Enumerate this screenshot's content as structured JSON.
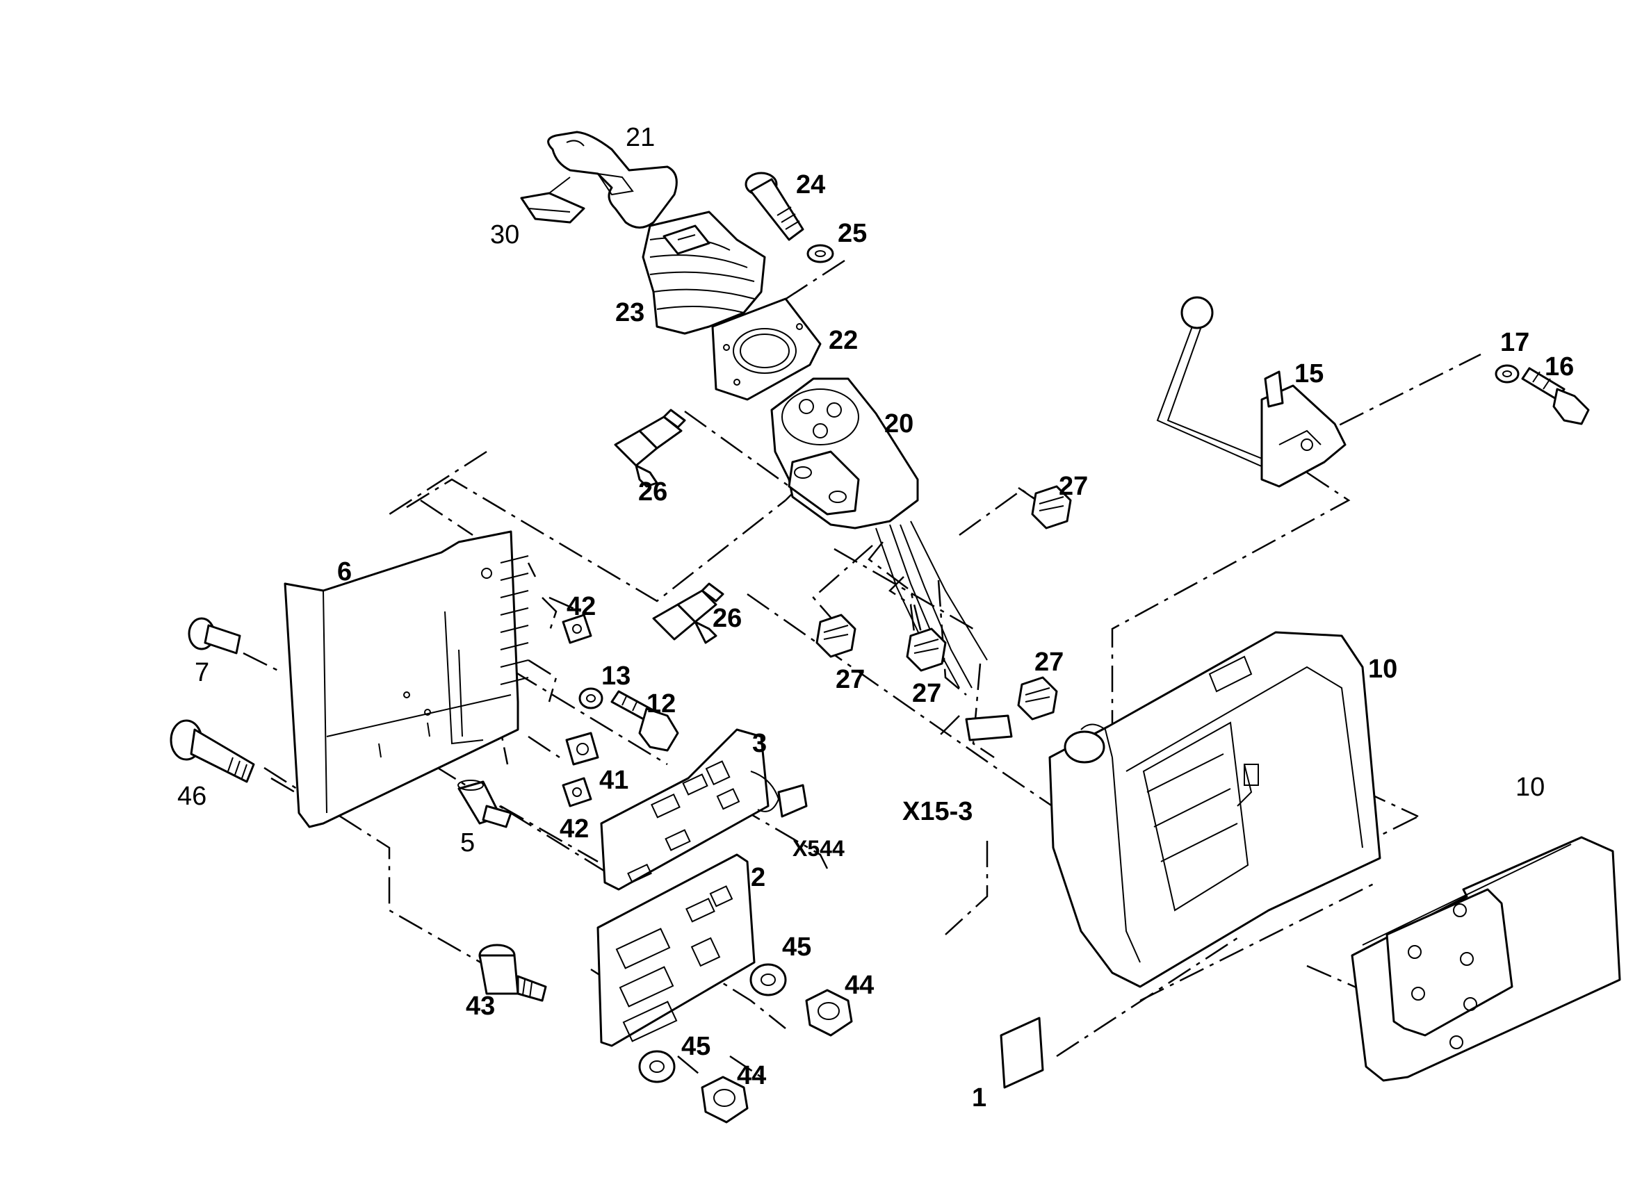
{
  "labels": {
    "p1": "1",
    "p2": "2",
    "p3": "3",
    "p5": "5",
    "p6": "6",
    "p7": "7",
    "p10a": "10",
    "p10b": "10",
    "p12": "12",
    "p13": "13",
    "p15": "15",
    "p16": "16",
    "p17": "17",
    "p20": "20",
    "p21": "21",
    "p22": "22",
    "p23": "23",
    "p24": "24",
    "p25": "25",
    "p26a": "26",
    "p26b": "26",
    "p27a": "27",
    "p27b": "27",
    "p27c": "27",
    "p27d": "27",
    "p30": "30",
    "p41": "41",
    "p42a": "42",
    "p42b": "42",
    "p43": "43",
    "p44a": "44",
    "p44b": "44",
    "p45a": "45",
    "p45b": "45",
    "p46": "46",
    "x15": "X15-3",
    "x544": "X544"
  }
}
